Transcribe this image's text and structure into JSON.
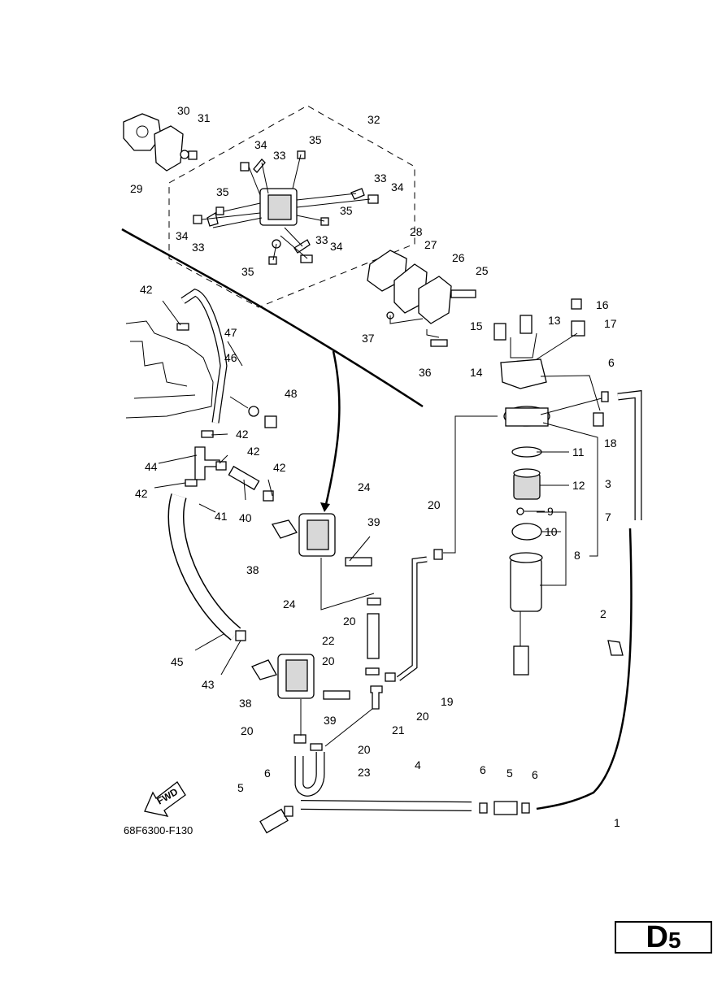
{
  "diagram": {
    "drawing_code": "68F6300-F130",
    "fwd_label": "FWD",
    "page_letter": "D",
    "page_number": "5",
    "labels": [
      "1",
      "2",
      "3",
      "4",
      "5",
      "5",
      "6",
      "6",
      "6",
      "6",
      "7",
      "8",
      "9",
      "10",
      "11",
      "12",
      "13",
      "14",
      "15",
      "16",
      "17",
      "18",
      "19",
      "20",
      "20",
      "20",
      "20",
      "20",
      "20",
      "21",
      "22",
      "23",
      "24",
      "24",
      "25",
      "26",
      "27",
      "28",
      "29",
      "30",
      "31",
      "32",
      "33",
      "33",
      "33",
      "33",
      "34",
      "34",
      "34",
      "34",
      "35",
      "35",
      "35",
      "35",
      "36",
      "37",
      "38",
      "38",
      "39",
      "39",
      "40",
      "41",
      "42",
      "42",
      "42",
      "42",
      "42",
      "43",
      "44",
      "45",
      "46",
      "47",
      "48"
    ]
  }
}
